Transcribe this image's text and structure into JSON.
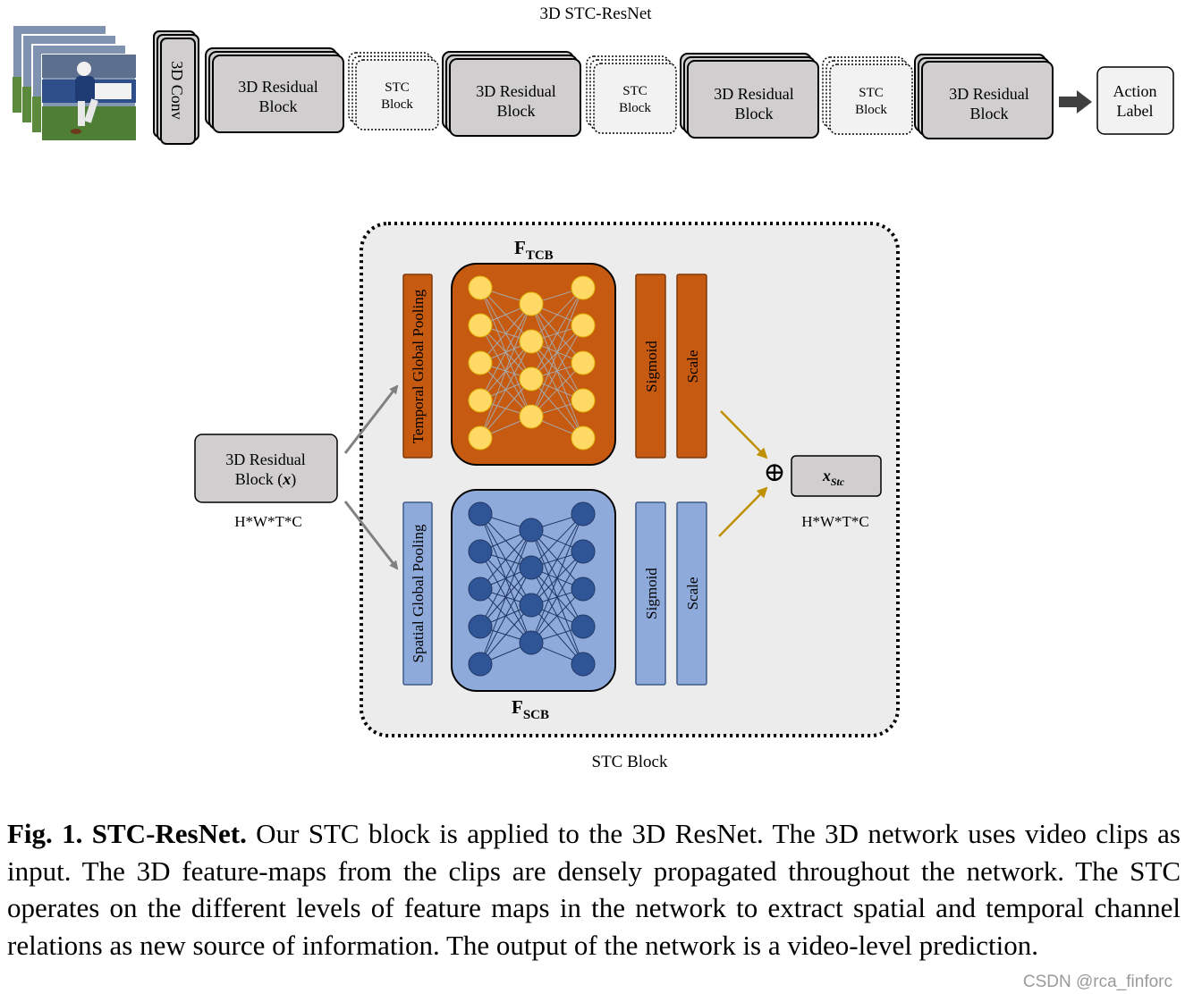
{
  "header": {
    "title": "3D STC-ResNet"
  },
  "pipeline": {
    "conv_label": "3D Conv",
    "residual_label": [
      "3D Residual",
      "Block"
    ],
    "stc_label": [
      "STC",
      "Block"
    ],
    "output_label": [
      "Action",
      "Label"
    ]
  },
  "stc_block": {
    "title": "STC Block",
    "ftcb": {
      "main": "F",
      "sub": "TCB"
    },
    "fscb": {
      "main": "F",
      "sub": "SCB"
    },
    "temporal_pool": "Temporal Global Pooling",
    "spatial_pool": "Spatial Global Pooling",
    "sigmoid": "Sigmoid",
    "scale": "Scale",
    "input_block": [
      "3D Residual",
      "Block ("
    ],
    "input_var": "x",
    "input_close": ")",
    "input_dims": "H*W*T*C",
    "output_var": "x",
    "output_sub": "Stc",
    "output_dims": "H*W*T*C",
    "sum_symbol": "⊕"
  },
  "caption": {
    "label": "Fig. 1.",
    "title": "STC-ResNet.",
    "text": " Our STC block is applied to the 3D ResNet. The 3D network uses video clips as input. The 3D feature-maps from the clips are densely propagated throughout the network. The STC operates on the different levels of feature maps in the network to extract spatial and temporal channel relations as new source of information. The output of the network is a video-level prediction."
  },
  "watermark": "CSDN @rca_finforc",
  "colors": {
    "tcb_fill": "#c65a11",
    "tcb_node": "#ffd966",
    "scb_fill": "#8eaadb",
    "scb_node": "#2f5597",
    "block_gray": "#d0cece",
    "panel": "#ececec",
    "arrow_gray": "#808080",
    "arrow_gold": "#bf9000"
  }
}
